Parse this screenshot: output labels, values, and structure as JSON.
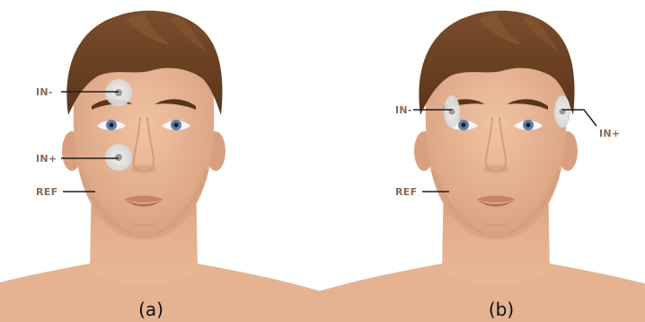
{
  "panels": [
    {
      "id": "a",
      "caption": "(a)",
      "labels": {
        "in_minus": "IN-",
        "in_plus": "IN+",
        "ref": "REF"
      }
    },
    {
      "id": "b",
      "caption": "(b)",
      "labels": {
        "in_minus": "IN-",
        "in_plus": "IN+",
        "ref": "REF"
      }
    }
  ],
  "colors": {
    "skin": "#e8b795",
    "skin_shadow": "#d39f7d",
    "hair": "#6b4226",
    "hair_dark": "#4d2e18",
    "eye_iris": "#5a7fb5",
    "electrode": "#e6e6e6",
    "label": "#8a6a55",
    "leader_line": "#1e1e1e"
  }
}
